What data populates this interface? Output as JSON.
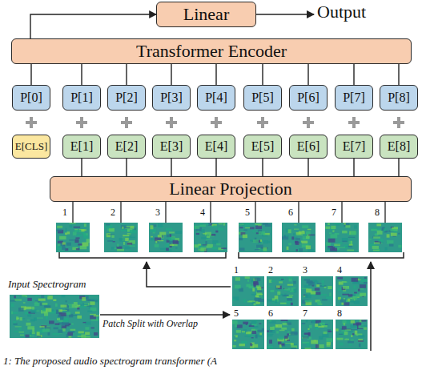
{
  "diagram": {
    "caption": "1: The proposed audio spectrogram transformer (A",
    "nodes": [
      {
        "text": [
          "Linear"
        ]
      },
      {
        "text": [
          "Transformer Encoder"
        ]
      },
      {
        "text": [
          "P[0]"
        ]
      },
      {
        "text": [
          "P[1]"
        ]
      },
      {
        "text": [
          "P[2]"
        ]
      },
      {
        "text": [
          "P[3]"
        ]
      },
      {
        "text": [
          "P[4]"
        ]
      },
      {
        "text": [
          "P[5]"
        ]
      },
      {
        "text": [
          "P[6]"
        ]
      },
      {
        "text": [
          "P[7]"
        ]
      },
      {
        "text": [
          "P[8]"
        ]
      },
      {
        "text": [
          "E[CLS]"
        ]
      },
      {
        "text": [
          "E[1]"
        ]
      },
      {
        "text": [
          "E[2]"
        ]
      },
      {
        "text": [
          "E[3]"
        ]
      },
      {
        "text": [
          "E[4]"
        ]
      },
      {
        "text": [
          "E[5]"
        ]
      },
      {
        "text": [
          "E[6]"
        ]
      },
      {
        "text": [
          "E[7]"
        ]
      },
      {
        "text": [
          "E[8]"
        ]
      },
      {
        "text": [
          "Linear Projection"
        ]
      }
    ],
    "edges": [
      {
        "from": 1,
        "to": 0,
        "arrow": "to"
      },
      {
        "from": 2,
        "to": 1,
        "arrow": "none"
      },
      {
        "from": 3,
        "to": 1,
        "arrow": "none"
      },
      {
        "from": 4,
        "to": 1,
        "arrow": "none"
      },
      {
        "from": 5,
        "to": 1,
        "arrow": "none"
      },
      {
        "from": 6,
        "to": 1,
        "arrow": "none"
      },
      {
        "from": 7,
        "to": 1,
        "arrow": "none"
      },
      {
        "from": 8,
        "to": 1,
        "arrow": "none"
      },
      {
        "from": 9,
        "to": 1,
        "arrow": "none"
      },
      {
        "from": 10,
        "to": 1,
        "arrow": "none"
      },
      {
        "from": 12,
        "to": 20,
        "arrow": "none"
      },
      {
        "from": 13,
        "to": 20,
        "arrow": "none"
      },
      {
        "from": 14,
        "to": 20,
        "arrow": "none"
      },
      {
        "from": 15,
        "to": 20,
        "arrow": "none"
      },
      {
        "from": 16,
        "to": 20,
        "arrow": "none"
      },
      {
        "from": 17,
        "to": 20,
        "arrow": "none"
      },
      {
        "from": 18,
        "to": 20,
        "arrow": "none"
      },
      {
        "from": 19,
        "to": 20,
        "arrow": "none"
      }
    ],
    "labels": [
      "Output",
      "1",
      "2",
      "3",
      "4",
      "5",
      "6",
      "7",
      "8",
      "1",
      "2",
      "3",
      "4",
      "5",
      "6",
      "7",
      "8",
      "Input Spectrogram",
      "Patch Split with Overlap"
    ]
  }
}
